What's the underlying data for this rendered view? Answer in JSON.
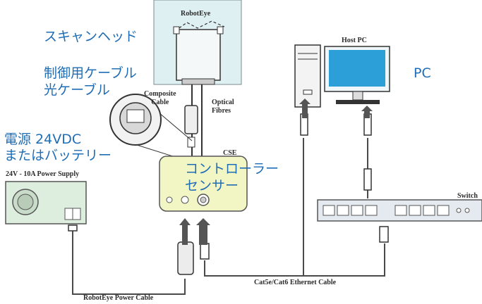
{
  "labels": {
    "robot_eye": "RobotEye",
    "composite_cable": "Composite\nCable",
    "optical_fibres": "Optical\nFibres",
    "cse": "CSE",
    "power_supply": "24V - 10A Power Supply",
    "host_pc": "Host PC",
    "switch": "Switch",
    "ethernet_cable": "Cat5e/Cat6 Ethernet Cable",
    "power_cable": "RobotEye Power Cable"
  },
  "jp": {
    "scan_head": "スキャンヘッド",
    "control_cable": "制御用ケーブル",
    "optical_cable": "光ケーブル",
    "power_line1": "電源 24VDC",
    "power_line2": "またはバッテリー",
    "controller_line1": "コントローラー",
    "controller_line2": "センサー",
    "pc": "PC"
  },
  "colors": {
    "annotation_blue": "#1f6db5",
    "robot_eye_bg": "#dff0f3",
    "controller_bg": "#f2f5c4",
    "power_supply_bg": "#ddeede",
    "monitor_screen": "#2c9fd8",
    "switch_body": "#e4eaef"
  }
}
